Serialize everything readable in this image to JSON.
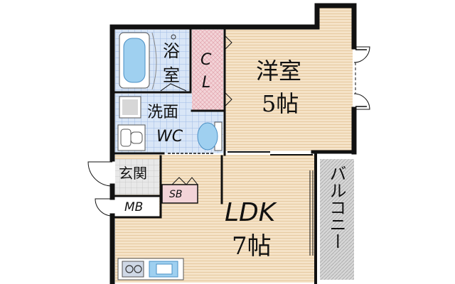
{
  "rooms": {
    "western_room": {
      "name": "洋室",
      "size": "5帖"
    },
    "ldk": {
      "name": "LDK",
      "size": "7帖"
    },
    "bathroom": {
      "name_top": "浴",
      "name_bottom": "室"
    },
    "washroom": {
      "name": "洗面"
    },
    "toilet": {
      "name": "WC"
    },
    "closet": {
      "line1": "C",
      "line2": "L"
    },
    "entrance": {
      "name": "玄関"
    },
    "shoe_box": {
      "name": "SB"
    },
    "meter_box": {
      "name": "MB"
    },
    "balcony": {
      "name": "バルコニー"
    }
  },
  "colors": {
    "wall": "#111111",
    "wood_floor": "#f5e3c8",
    "wood_lines": "#e6c9a0",
    "tile_blue": "#d9e6f7",
    "tile_grid": "#9fbbe4",
    "closet_pink": "#f3d4d8",
    "entrance_gray": "#e2e2e2",
    "balcony_gray": "#cfcfcf",
    "fixture_blue": "#9fd0f0"
  }
}
